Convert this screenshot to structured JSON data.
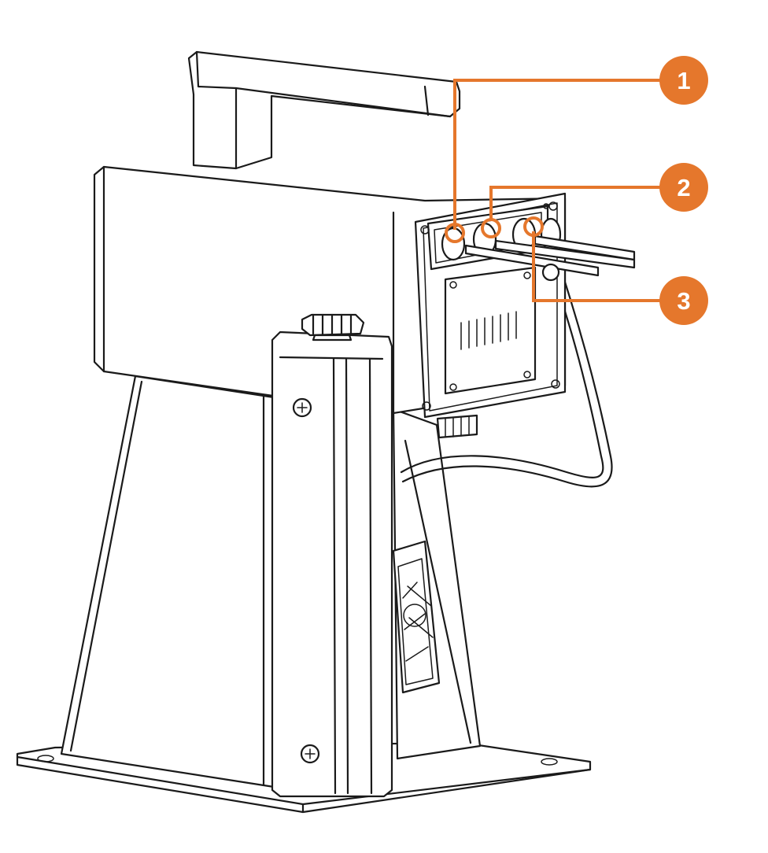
{
  "colors": {
    "accent": "#e5772c",
    "line": "#1a1a1a",
    "background": "#ffffff"
  },
  "callouts": [
    {
      "label": "1"
    },
    {
      "label": "2"
    },
    {
      "label": "3"
    }
  ]
}
